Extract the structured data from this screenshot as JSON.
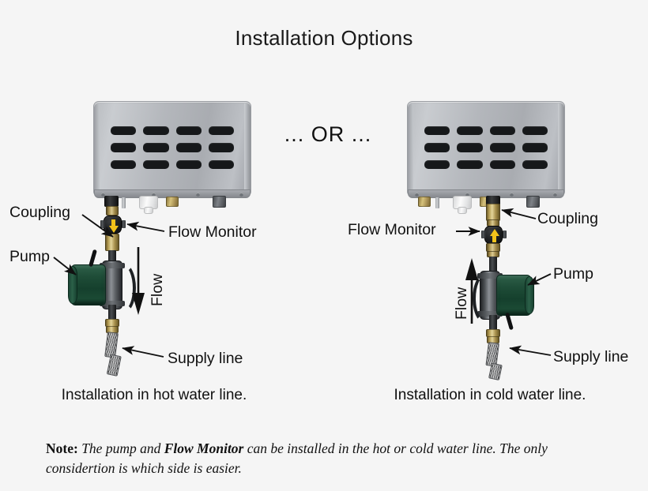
{
  "page": {
    "title": "Installation Options",
    "background_color": "#f5f5f5",
    "text_color": "#111111"
  },
  "divider": {
    "label": "... OR ..."
  },
  "diagrams": [
    {
      "id": "hot-water-line",
      "caption": "Installation in hot water line.",
      "flow_direction": "down",
      "flow_label": "Flow",
      "monitor_arrow_color": "#f2c21a",
      "labels": {
        "coupling": "Coupling",
        "flow_monitor": "Flow Monitor",
        "pump": "Pump",
        "supply_line": "Supply line"
      }
    },
    {
      "id": "cold-water-line",
      "caption": "Installation in cold water line.",
      "flow_direction": "up",
      "flow_label": "Flow",
      "monitor_arrow_color": "#f2c21a",
      "labels": {
        "coupling": "Coupling",
        "flow_monitor": "Flow Monitor",
        "pump": "Pump",
        "supply_line": "Supply line"
      }
    }
  ],
  "note": {
    "label": "Note:",
    "text_part_1": "The pump and ",
    "emphasis": "Flow Monitor",
    "text_part_2": " can be installed in the hot or cold water line.  The only considertion is which side is easier."
  },
  "colors": {
    "heater_body": "#b4b7bc",
    "vent": "#16181a",
    "brass": "#a89054",
    "pump_green": "#1b4a35",
    "pump_housing": "#5a5e62",
    "arrow_yellow": "#f2c21a",
    "braid": "#9a9da0"
  }
}
